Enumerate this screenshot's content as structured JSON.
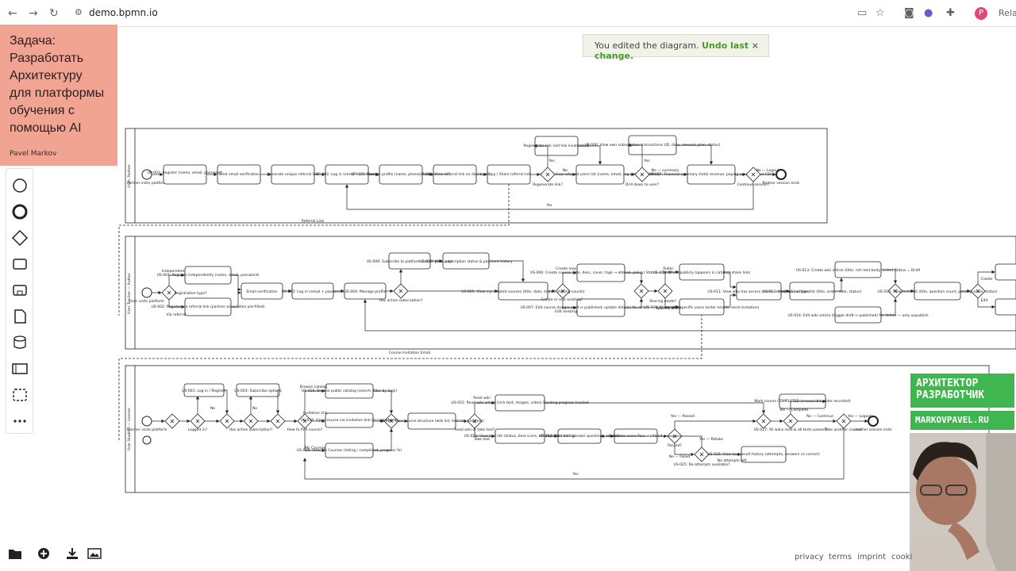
{
  "browser": {
    "url": "demo.bpmn.io",
    "relaunch": "Rela",
    "avatar_letter": "P"
  },
  "task": {
    "title": "Задача:\nРазработать\nАрхитектуру\nдля платформы\nобучения с\nпомощью AI",
    "author": "Pavel Markov"
  },
  "toast": {
    "text": "You edited the diagram.",
    "undo": "Undo last change.",
    "close": "×"
  },
  "brand": {
    "line1": "АРХИТЕКТОР",
    "line2": "РАЗРАБОТЧИК",
    "site": "MARKOVPAVEL.RU"
  },
  "footer": {
    "privacy": "privacy",
    "terms": "terms",
    "imprint": "imprint",
    "cookie": "cooki"
  },
  "diagram": {
    "lane1": {
      "label": "User: Partner",
      "start": "Partner visits platform",
      "end": "Partner session ends",
      "t1": "UP-001: Register (name, email, password)",
      "t2": "Send email verification",
      "t3": "Generate unique referral link",
      "t4": "UP-002: Log in (email + password)",
      "t5": "UP-003: Manage profile (name, phone, reset password)",
      "t6": "UP-004: View referral link on dashboard",
      "t7": "Copy / Share referral link",
      "t8": "Regenerate link (old link invalidated)",
      "t9": "UP-005: View referred users list (name, email, reg date, sub status)",
      "t10": "UP-006: View own subscription transactions (ID, date, amount, plan, status)",
      "t11": "UP-007: Financial summary (total revenue, paying users, payout CSV)",
      "g1": "Regenerate link?",
      "g2": "Drill down to user?",
      "g3": "Continue session?",
      "yes": "Yes",
      "no": "No",
      "no_summary": "No — summary",
      "no_logout": "No — Logout",
      "referral_link": "Referral Link"
    },
    "lane2": {
      "label": "User Teacher — Author",
      "start": "User visits platform",
      "t1": "US-001: Register independently (name, email, password)",
      "t2": "US-002: Register via referral link (partner association pre-filled)",
      "t3": "Email verification",
      "t4": "US-003: Log in (email + password)",
      "t5": "US-004: Manage profile",
      "t6": "US-009: Subscribe to platform (select plan, pay)",
      "t7": "US-010: View subscription status & payment history",
      "t8": "US-005: View my created courses (title, date, status, sharing counts)",
      "t9": "US-006: Create course (title, desc, cover, tags → altered. policy) Status = Draft",
      "t10": "US-007: Edit course (toggle draft ↔ published; update details) No delete — only unpublish",
      "t11": "US-008: Share publicly (appears in catalog, share link)",
      "t12": "US-009: Share with specific users (enter emails, send invitation)",
      "t13": "US-011: View who has access (name, email, access type)",
      "t14": "US-012: View wiki articles list (title, order, date, status)",
      "t15": "US-013: Create wiki article (title, rich text body, order) Status = Draft",
      "t16": "US-014: Edit wiki article (toggle draft ↔ published) No delete — only unpublish",
      "t17": "US-015: View tests list (title, question count, passing score, status)",
      "independent": "Independent",
      "via_referral": "Via referral",
      "reg_type": "Registration type?",
      "has_sub": "Has active subscription?",
      "create_new": "Create new",
      "edit_existing": "Edit existing",
      "create_or_edit": "Create or edit existing?",
      "public": "Public",
      "specific": "Specific users",
      "sharing": "Sharing mode?",
      "create": "Create",
      "edit": "Edit",
      "course_invitation": "Course Invitation Email"
    },
    "lane3": {
      "label": "User Student — Learner",
      "start": "Learner visits platform",
      "end": "Learner session ends",
      "t1": "US-001: Log in / Register",
      "t2": "US-003: Subscribe options",
      "t3": "US-016: Browse public catalog (search, filter by tags)",
      "t4": "US-019: Open course via invitation link (access check)",
      "t5": "US-020: View My Courses (listing / completed, progress %)",
      "t6": "US-021: View course structure (wiki list, test list, progress)",
      "t7": "US-022: Read wiki article (rich text, images, video) Reading progress tracked",
      "t8": "US-023: View test list (status, best score, attempts remaining)",
      "t9": "US-024: Take test (answer questions, submit)",
      "t10": "Calculate score Pass ✓ / Fail ✗",
      "t11": "US-026: View test result history (attempts, answers vs correct)",
      "t12": "Mark course COMPLETED (irreversible, date recorded)",
      "logged_in": "Logged in?",
      "active_sub": "Has active subscription?",
      "how_find": "How to find course?",
      "read_or_test": "Read wiki or take test?",
      "passed": "Passed?",
      "attempts": "US-025: Re-attempts available?",
      "all_done": "US-027: All wikis read & all tests passed?",
      "take_another": "Take another course?",
      "browse_catalog": "Browse catalog",
      "invitation_link": "Invitation link",
      "my_courses": "My Courses",
      "read_wiki": "Read wiki",
      "take_test": "Take test",
      "yes_passed": "Yes — Passed",
      "no_failed": "No — Failed",
      "yes_retake": "Yes — Retake",
      "no_attempts": "No attempts left",
      "yes_complete": "Yes — Complete",
      "no_continue": "No — Continue",
      "yes_logout": "Yes — Logout",
      "no": "No",
      "yes": "Yes"
    }
  }
}
